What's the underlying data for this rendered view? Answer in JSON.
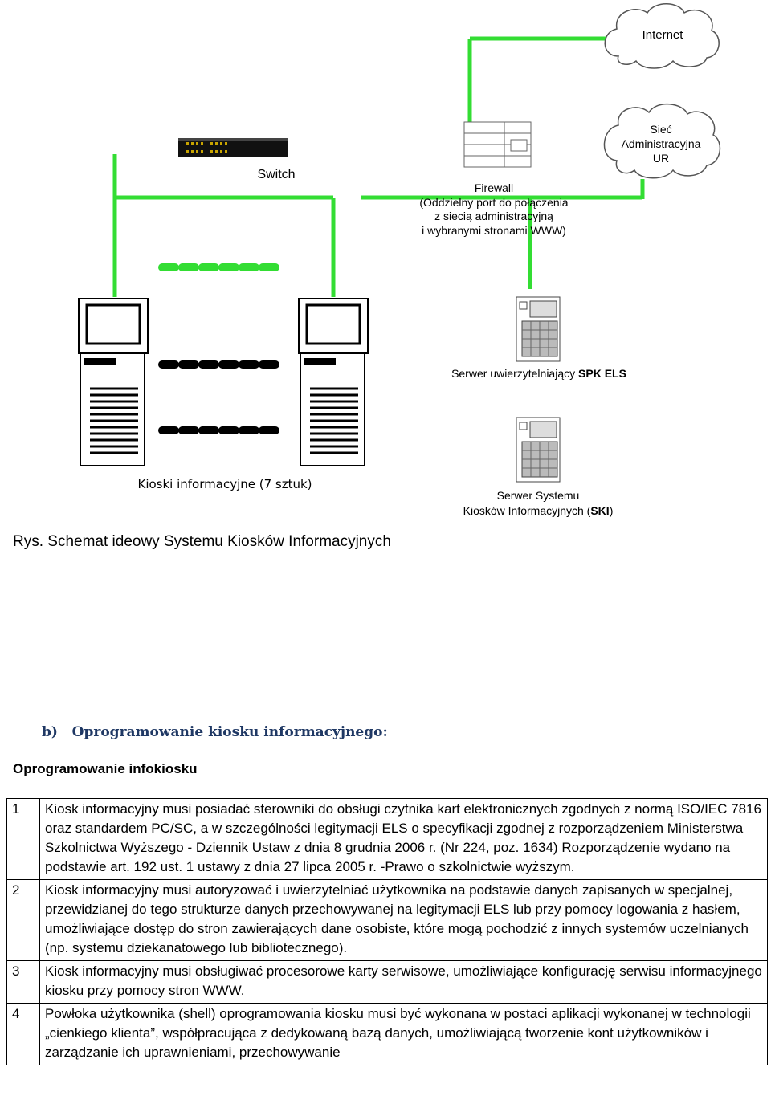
{
  "diagram": {
    "internet_label": "Internet",
    "switch_label": "Switch",
    "firewall_label_lines": [
      "Firewall",
      "(Oddzielny port do połączenia",
      "z siecią administracyjną",
      "i wybranymi stronami WWW)"
    ],
    "admin_network_lines": [
      "Sieć",
      "Administracyjna",
      "UR"
    ],
    "kiosks_label": "Kioski informacyjne (7 sztuk)",
    "auth_server_prefix": "Serwer uwierzytelniający ",
    "auth_server_bold": "SPK ELS",
    "ski_server_line1": "Serwer Systemu",
    "ski_server_prefix": "Kiosków Informacyjnych (",
    "ski_server_bold": "SKI",
    "ski_server_suffix": ")",
    "connection_color": "#33dd33",
    "icons": [
      "cloud-icon",
      "switch-icon",
      "firewall-icon",
      "kiosk-icon",
      "server-icon"
    ]
  },
  "caption": "Rys. Schemat ideowy Systemu Kiosków Informacyjnych",
  "section_heading": "b)   Oprogramowanie kiosku informacyjnego:",
  "subheading": "Oprogramowanie infokiosku",
  "requirements": [
    {
      "num": "1",
      "text": "Kiosk informacyjny musi posiadać sterowniki do obsługi czytnika kart elektronicznych zgodnych z normą ISO/IEC 7816 oraz standardem PC/SC, a w szczególności legitymacji ELS o specyfikacji zgodnej z rozporządzeniem Ministerstwa Szkolnictwa Wyższego - Dziennik Ustaw z dnia 8 grudnia 2006 r. (Nr 224, poz. 1634) Rozporządzenie wydano na podstawie art. 192 ust. 1 ustawy z dnia 27 lipca 2005 r. -Prawo o szkolnictwie wyższym."
    },
    {
      "num": "2",
      "text": "Kiosk informacyjny musi autoryzować i uwierzytelniać użytkownika na podstawie danych zapisanych w specjalnej, przewidzianej do tego strukturze danych przechowywanej na legitymacji ELS lub przy pomocy logowania z hasłem, umożliwiające dostęp do stron zawierających dane osobiste, które mogą pochodzić z innych systemów uczelnianych (np. systemu dziekanatowego lub bibliotecznego)."
    },
    {
      "num": "3",
      "text": "Kiosk informacyjny musi obsługiwać procesorowe karty serwisowe, umożliwiające konfigurację serwisu informacyjnego kiosku przy pomocy stron WWW."
    },
    {
      "num": "4",
      "text": "Powłoka użytkownika (shell) oprogramowania kiosku musi być wykonana w postaci aplikacji wykonanej w technologii „cienkiego klienta”, współpracująca z dedykowaną bazą danych, umożliwiającą tworzenie kont użytkowników i zarządzanie ich uprawnieniami, przechowywanie"
    }
  ]
}
